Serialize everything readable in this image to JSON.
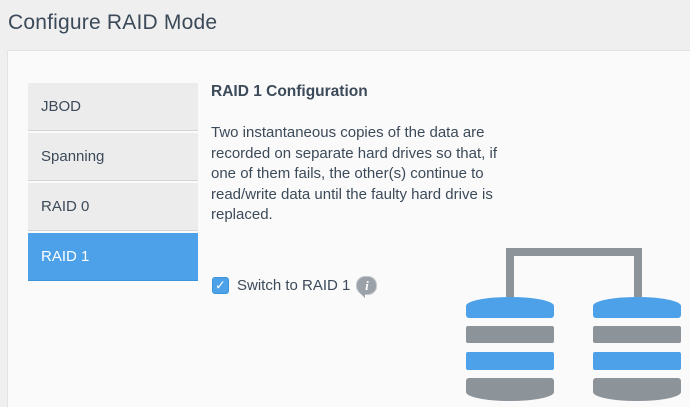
{
  "page": {
    "title": "Configure RAID Mode"
  },
  "sidebar": {
    "items": [
      {
        "label": "JBOD",
        "selected": false
      },
      {
        "label": "Spanning",
        "selected": false
      },
      {
        "label": "RAID 0",
        "selected": false
      },
      {
        "label": "RAID 1",
        "selected": true
      }
    ]
  },
  "content": {
    "heading": "RAID 1 Configuration",
    "description": "Two instantaneous copies of the data are recorded on separate hard drives so that, if one of them fails, the other(s) continue to read/write data until the faulty hard drive is replaced.",
    "checkbox": {
      "label": "Switch to RAID 1",
      "checked": true
    }
  },
  "icons": {
    "check_glyph": "✓",
    "info_glyph": "i"
  },
  "illustration": {
    "type": "raid1-mirrored-disks",
    "disk_count": 2,
    "linked_by_bracket": true,
    "segments_per_disk": [
      "blue-dome",
      "gray-bar",
      "blue-bar",
      "gray-bottom"
    ]
  },
  "colors": {
    "accent_blue": "#4da1e8",
    "drive_gray": "#8c9399",
    "text_dark": "#3c4a59",
    "page_background": "#efefef",
    "card_background": "#fafafa",
    "sidebar_item_background": "#ececec",
    "selected_text": "#ffffff"
  }
}
